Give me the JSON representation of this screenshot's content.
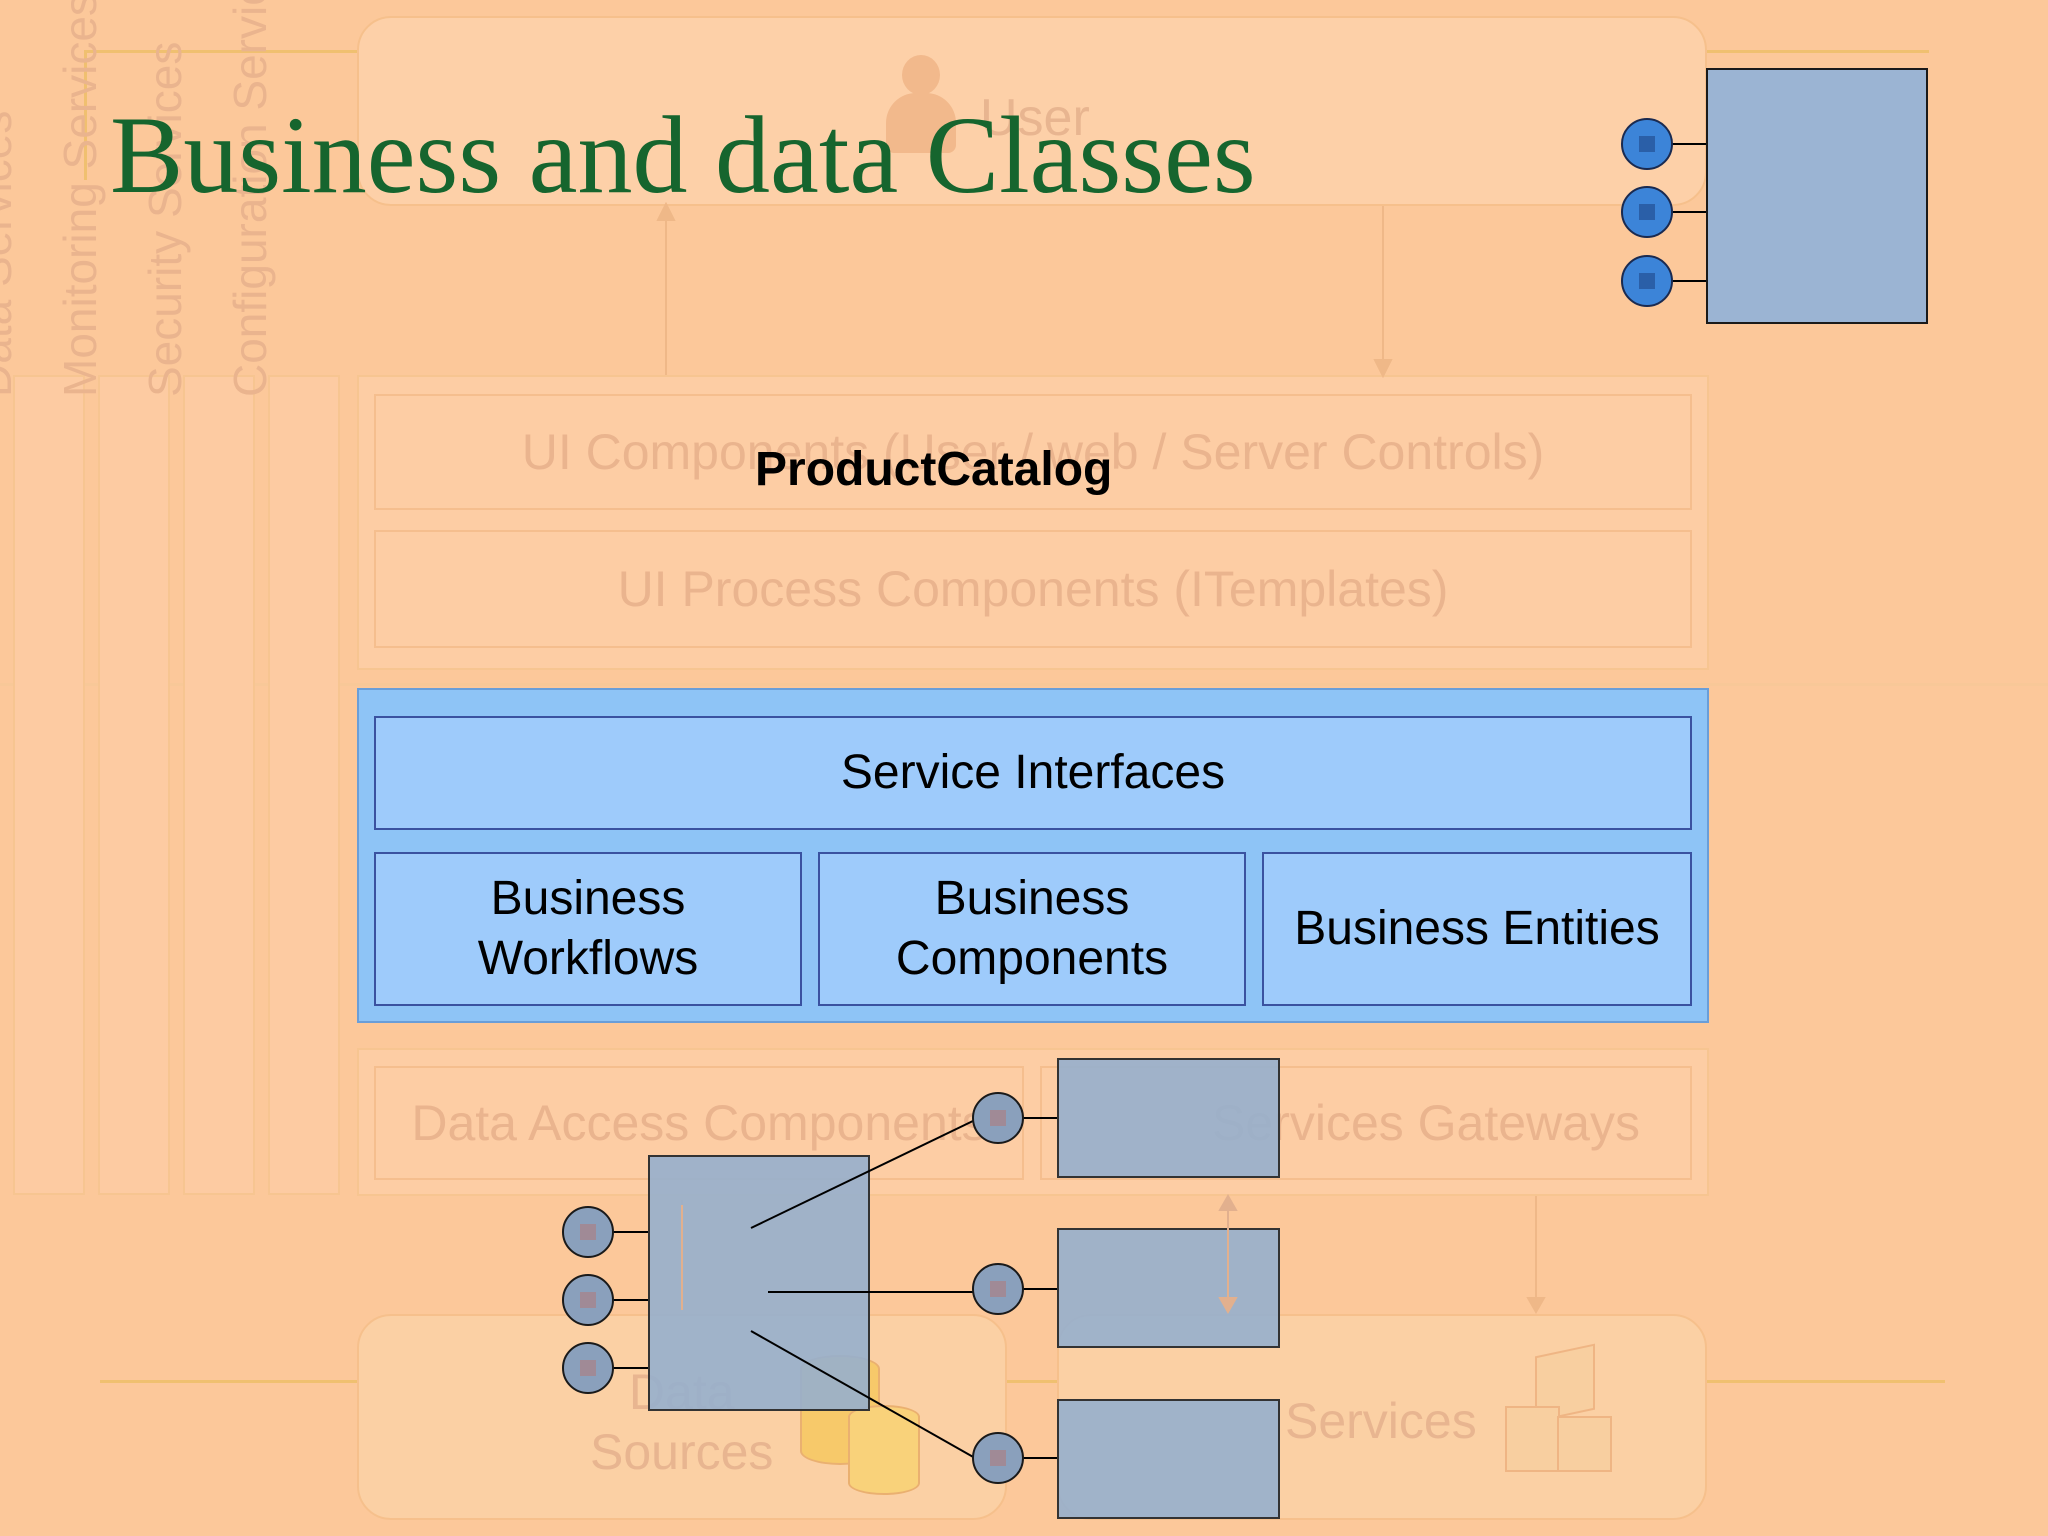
{
  "slide": {
    "title": "Business and data Classes",
    "class_label": "ProductCatalog"
  },
  "diagram": {
    "user_label": "User",
    "ui_components": "UI Components (User / web / Server Controls)",
    "ui_process": "UI Process Components (ITemplates)",
    "service_interfaces": "Service Interfaces",
    "business_workflows": "Business\nWorkflows",
    "business_components": "Business\nComponents",
    "business_entities": "Business Entities",
    "data_access": "Data Access Components",
    "services_gateways": "Services Gateways",
    "data_sources": "Data\nSources",
    "services": "Services",
    "columns": [
      "Data Services",
      "Monitoring Services",
      "Security Services",
      "Configuration Services"
    ]
  },
  "colors": {
    "background": "#fcc89a",
    "title": "#16652e",
    "business_fill": "#9ecbfb",
    "class_fill": "#9bb4d3",
    "port_fill": "#3c84d8"
  }
}
